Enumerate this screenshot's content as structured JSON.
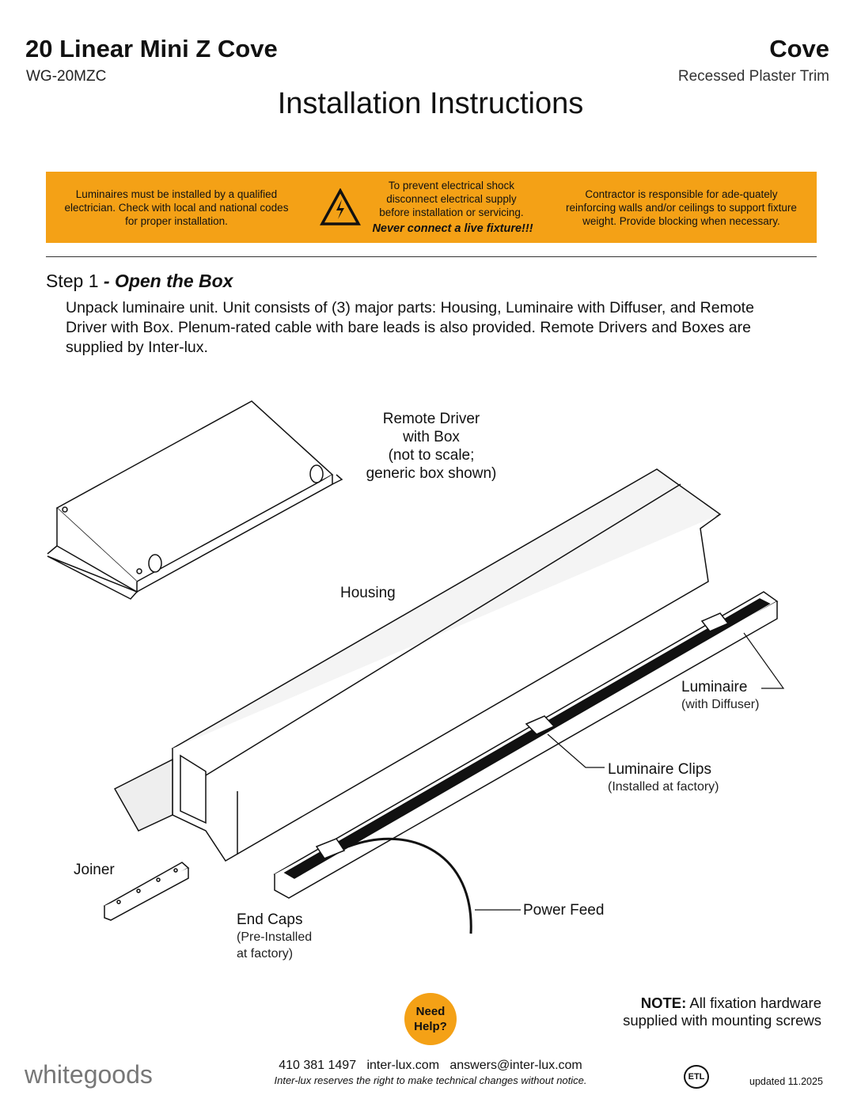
{
  "header": {
    "title": "20 Linear Mini Z Cove",
    "model": "WG-20MZC",
    "category": "Cove",
    "subcategory": "Recessed Plaster Trim",
    "doc_title": "Installation Instructions"
  },
  "warnings": {
    "left": "Luminaires must be installed by a qualified electrician.  Check with local and national codes for proper installation.",
    "center": "To prevent electrical shock disconnect electrical supply before installation or servicing.",
    "center_emphasis": "Never connect a live fixture!!!",
    "right": "Contractor is responsible for ade-quately reinforcing walls and/or ceilings to support  fixture weight. Provide blocking when necessary.",
    "accent": "#f4a116"
  },
  "step1": {
    "number": "Step 1",
    "title": "- Open the Box",
    "body": "Unpack luminaire unit.  Unit consists of (3) major parts: Housing, Luminaire with Diffuser, and Remote Driver with Box.  Plenum-rated cable with bare leads is also provided.  Remote Drivers and Boxes are supplied by Inter-lux."
  },
  "diagram": {
    "remote_driver": "Remote Driver",
    "remote_driver_2": "with Box",
    "remote_driver_3": "(not to scale;",
    "remote_driver_4": "generic box shown)",
    "housing": "Housing",
    "luminaire": "Luminaire",
    "luminaire_sub": "(with Diffuser)",
    "clips": "Luminaire Clips",
    "clips_sub": "(Installed at factory)",
    "joiner": "Joiner",
    "end_caps": "End Caps",
    "end_caps_sub1": "(Pre-Installed",
    "end_caps_sub2": "at factory)",
    "power_feed": "Power Feed"
  },
  "footer": {
    "help_1": "Need",
    "help_2": "Help?",
    "note_bold": "NOTE:",
    "note_1": " All fixation hardware",
    "note_2": "supplied with mounting screws",
    "logo": "whitegoods",
    "phone": "410 381 1497",
    "web": "inter-lux.com",
    "email": "answers@inter-lux.com",
    "disclaimer": "Inter-lux reserves the right to make technical changes without notice.",
    "cert": "ETL",
    "updated": "updated  11.2025"
  }
}
